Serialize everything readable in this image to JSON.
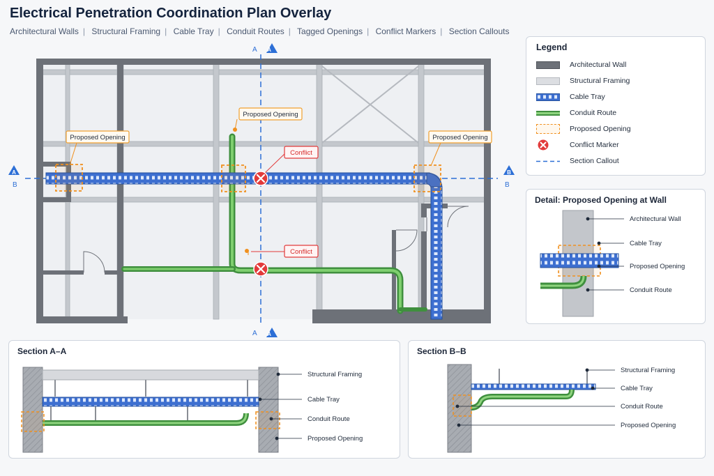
{
  "header": {
    "title": "Electrical Penetration Coordination Plan Overlay",
    "layers": [
      "Architectural Walls",
      "Structural Framing",
      "Cable Tray",
      "Conduit Routes",
      "Tagged Openings",
      "Conflict Markers",
      "Section Callouts"
    ]
  },
  "plan": {
    "section_a": "A",
    "section_b": "B",
    "tags": {
      "opening_left": "Proposed Opening",
      "opening_top": "Proposed Opening",
      "opening_right": "Proposed Opening",
      "conflict_upper": "Conflict",
      "conflict_lower": "Conflict"
    }
  },
  "legend": {
    "title": "Legend",
    "items": [
      {
        "label": "Architectural Wall",
        "icon": "wall-swatch"
      },
      {
        "label": "Structural Framing",
        "icon": "framing-swatch"
      },
      {
        "label": "Cable Tray",
        "icon": "cable-tray-swatch"
      },
      {
        "label": "Conduit Route",
        "icon": "conduit-swatch"
      },
      {
        "label": "Proposed Opening",
        "icon": "opening-swatch"
      },
      {
        "label": "Conflict Marker",
        "icon": "conflict-x-icon"
      },
      {
        "label": "Section Callout",
        "icon": "section-line-swatch"
      }
    ]
  },
  "detail": {
    "title": "Detail: Proposed Opening at Wall",
    "labels": [
      "Architectural Wall",
      "Cable Tray",
      "Proposed Opening",
      "Conduit Route"
    ]
  },
  "section_aa": {
    "title": "Section A–A",
    "labels": [
      "Structural Framing",
      "Cable Tray",
      "Conduit Route",
      "Proposed Opening"
    ]
  },
  "section_bb": {
    "title": "Section B–B",
    "labels": [
      "Structural Framing",
      "Cable Tray",
      "Conduit Route",
      "Proposed Opening"
    ]
  },
  "colors": {
    "wall": "#6b6f76",
    "framing": "#c9ccd1",
    "tray": "#2f5fc4",
    "conduit": "#4caa4a",
    "opening": "#f0901e",
    "conflict": "#e23a3a",
    "section": "#2d6fd6"
  }
}
